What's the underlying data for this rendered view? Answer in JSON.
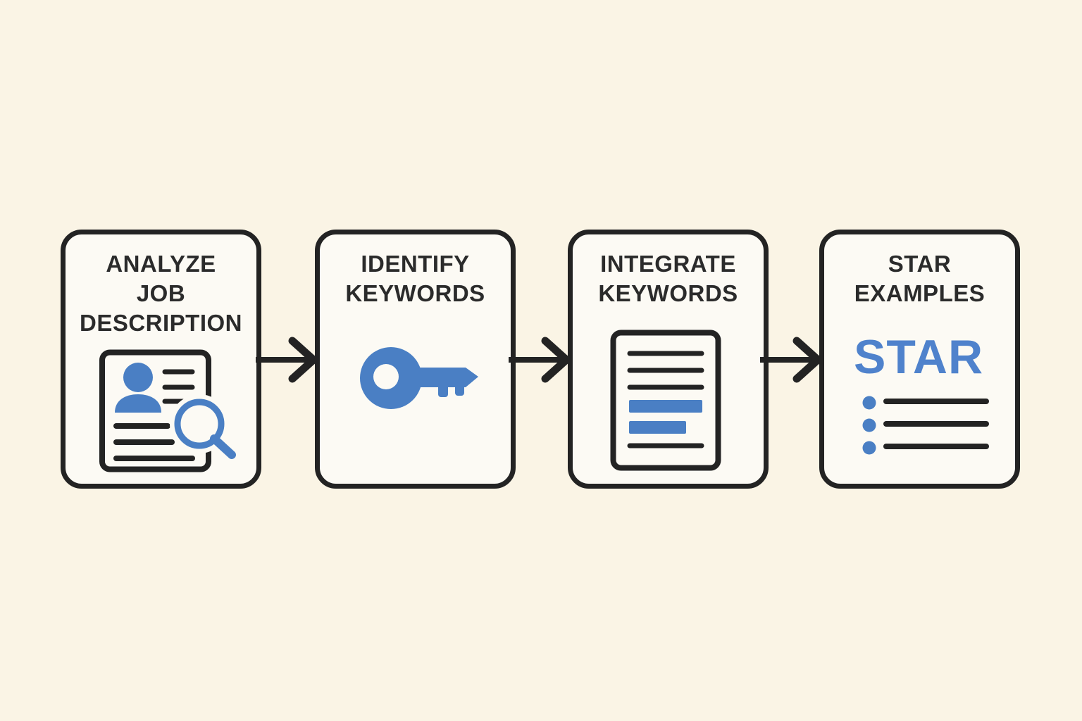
{
  "colors": {
    "background": "#faf4e5",
    "box_fill": "#fcfaf4",
    "outline_ink": "#232323",
    "title_ink": "#2b2b2b",
    "accent_blue": "#4a7fc4",
    "star_blue": "#4f82cc"
  },
  "steps": [
    {
      "title_lines": [
        "ANALYZE",
        "JOB",
        "DESCRIPTION"
      ],
      "icon": "resume-search-icon"
    },
    {
      "title_lines": [
        "IDENTIFY",
        "KEYWORDS"
      ],
      "icon": "key-icon"
    },
    {
      "title_lines": [
        "INTEGRATE",
        "KEYWORDS"
      ],
      "icon": "document-keywords-icon"
    },
    {
      "title_lines": [
        "STAR",
        "EXAMPLES"
      ],
      "icon": "bullet-list-icon",
      "star_label": "STAR",
      "bullet_rows": 3
    }
  ],
  "arrows": {
    "count": 3,
    "direction": "right",
    "style": "open-chevron"
  }
}
